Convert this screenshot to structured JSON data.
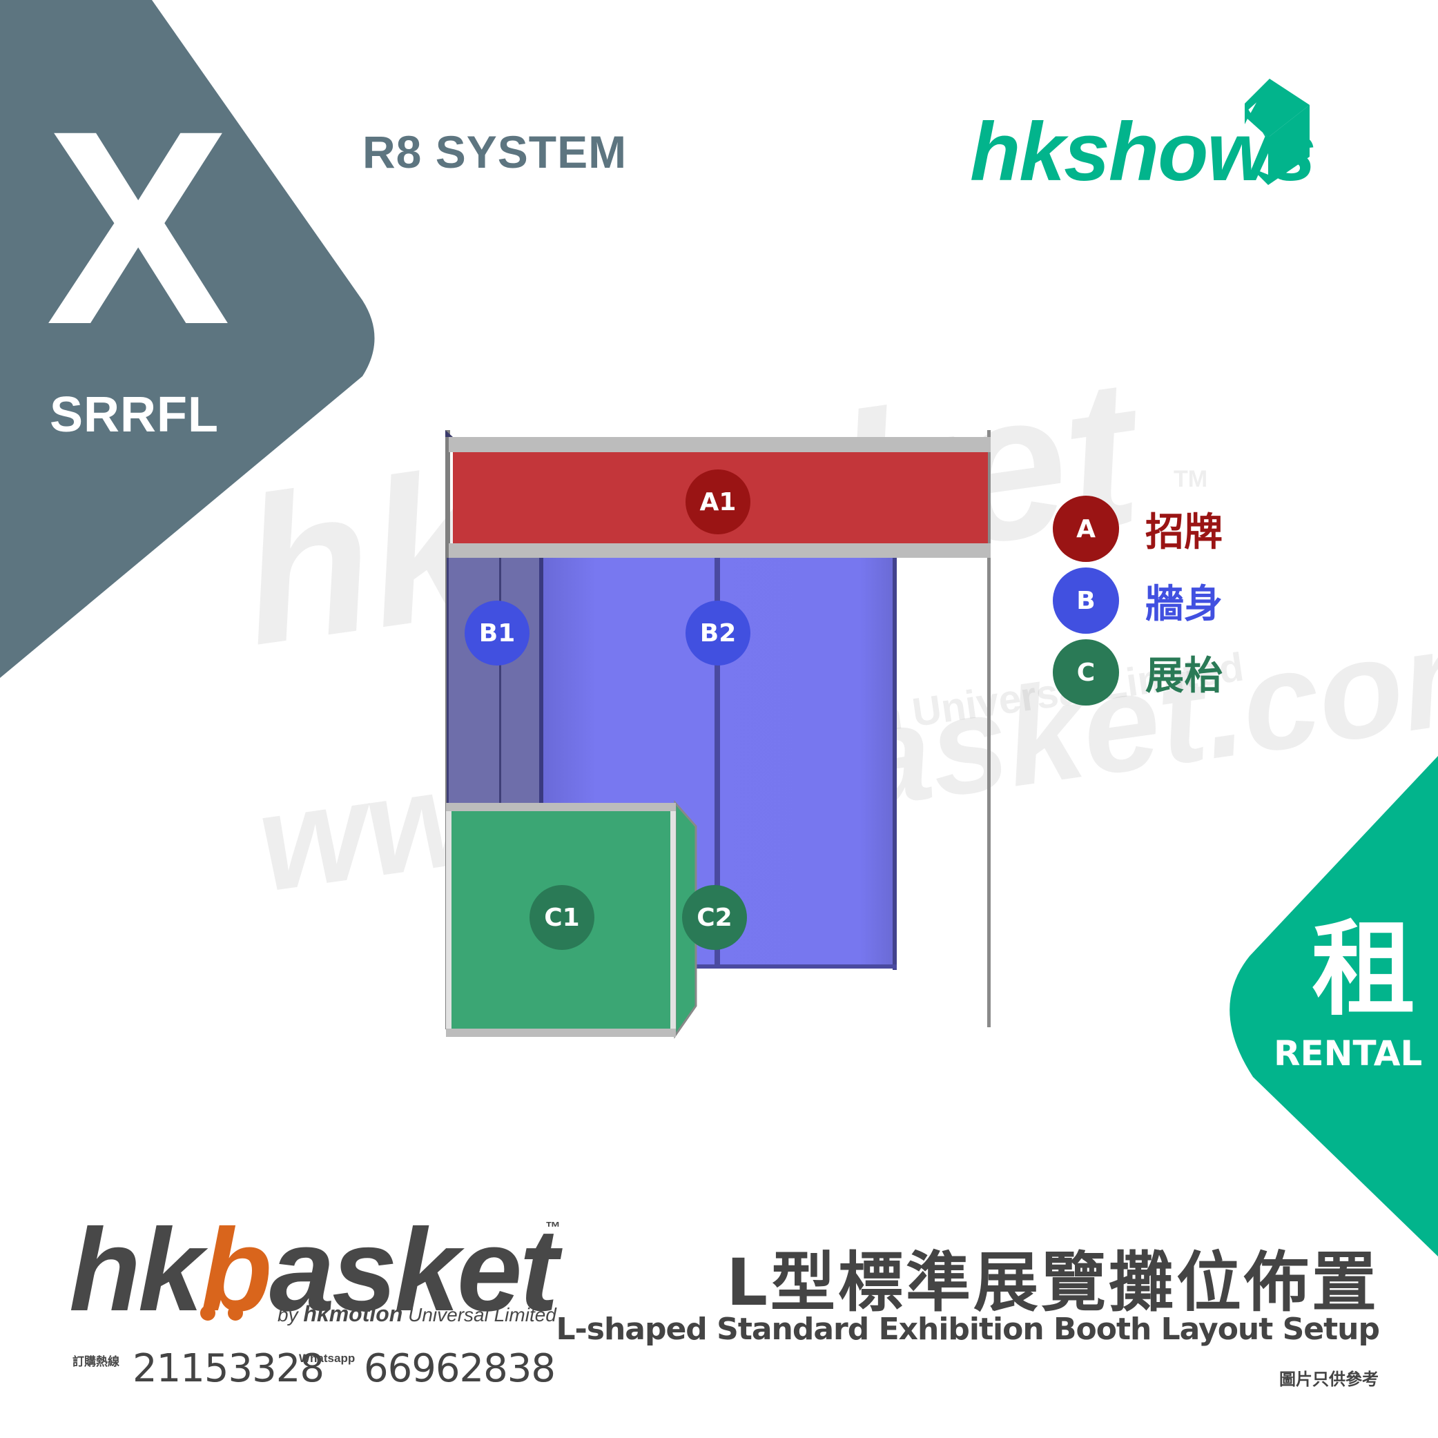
{
  "badge": {
    "letter": "X",
    "code": "SRRFL",
    "color": "#5d7580"
  },
  "header": {
    "system": "R8 SYSTEM",
    "brand_logo": "hkshows",
    "brand_color": "#02b48c"
  },
  "booth": {
    "parts": [
      {
        "id": "A1",
        "type": "fascia",
        "color": "#c3363a"
      },
      {
        "id": "B1",
        "type": "side-wall",
        "color": "#6e6eaa"
      },
      {
        "id": "B2",
        "type": "back-wall",
        "color": "#7878f0"
      },
      {
        "id": "C1",
        "type": "counter-front",
        "color": "#3ba674"
      },
      {
        "id": "C2",
        "type": "counter-side",
        "color": "#3ba674"
      }
    ]
  },
  "legend": [
    {
      "key": "A",
      "label": "招牌",
      "color": "#9a1414"
    },
    {
      "key": "B",
      "label": "牆身",
      "color": "#4150e0"
    },
    {
      "key": "C",
      "label": "展枱",
      "color": "#2a7a56"
    }
  ],
  "watermark": {
    "brand": "hkbasket",
    "tm": "TM",
    "by": "by hkmotion Universal Limited",
    "url": "www.hkbasket.com"
  },
  "rental_badge": {
    "zh": "租",
    "en": "RENTAL",
    "color": "#02b48c"
  },
  "footer": {
    "logo_prefix": "hk",
    "logo_b": "b",
    "logo_suffix": "asket",
    "tm": "™",
    "by_prefix": "by ",
    "by_brand": "hkmotion",
    "by_suffix": " Universal Limited",
    "hotline_label": "訂購熱線",
    "hotline_number": "21153328",
    "whatsapp_label": "Whatsapp",
    "whatsapp_number": "66962838",
    "title_zh": "L型標準展覽攤位佈置",
    "title_en": "L-shaped Standard Exhibition Booth Layout Setup",
    "note": "圖片只供參考"
  }
}
